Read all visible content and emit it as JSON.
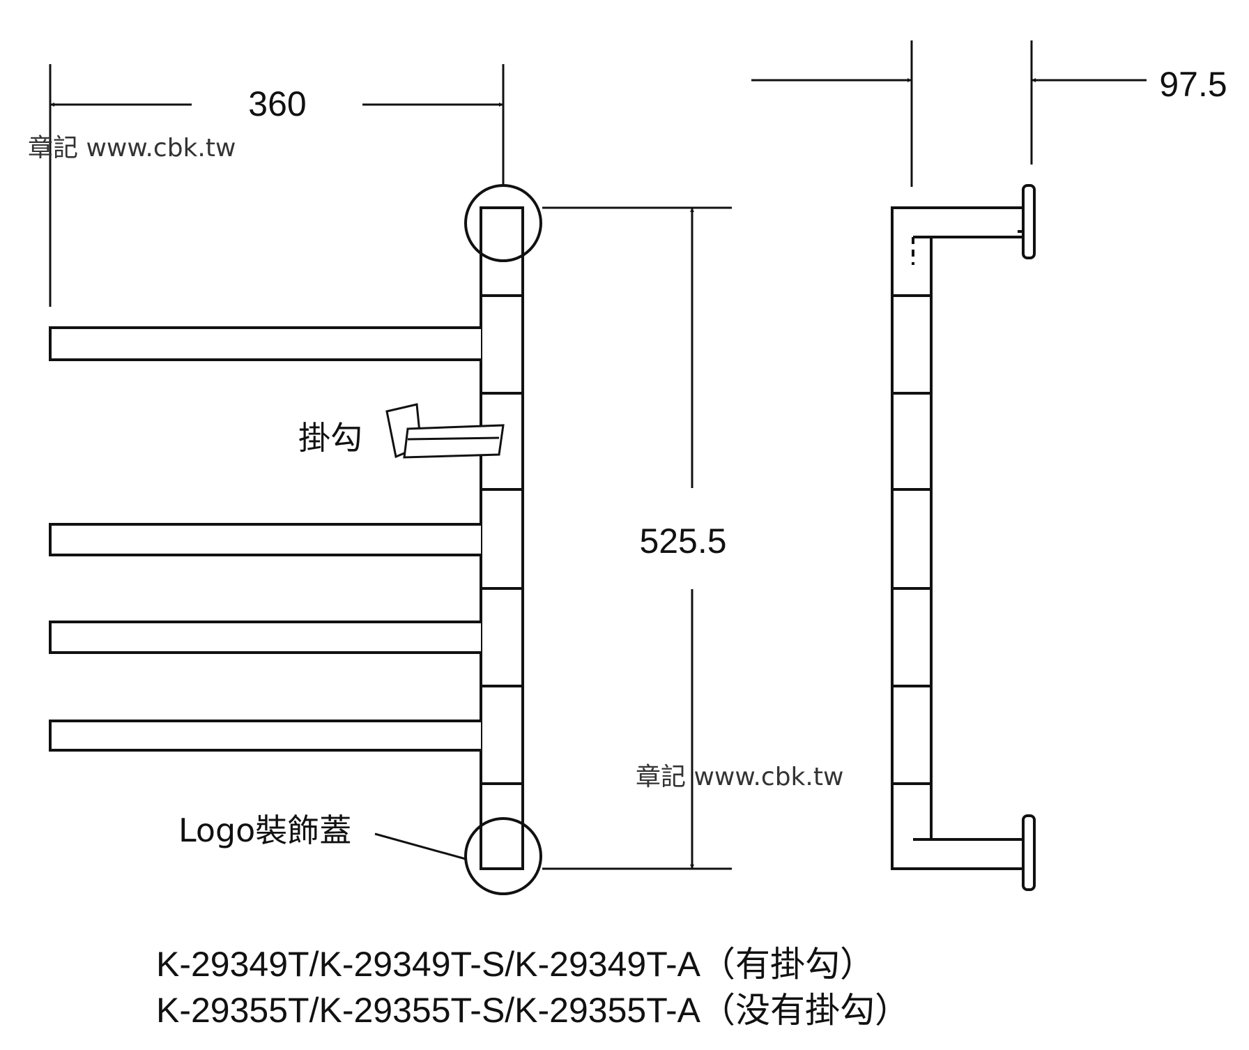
{
  "dimensions": {
    "width": "360",
    "height": "525.5",
    "depth": "97.5"
  },
  "labels": {
    "hook": "掛勾",
    "logo_cap": "Logo裝飾蓋"
  },
  "watermarks": [
    "章記 www.cbk.tw",
    "章記 www.cbk.tw"
  ],
  "models": [
    "K-29349T/K-29349T-S/K-29349T-A（有掛勾）",
    "K-29355T/K-29355T-S/K-29355T-A（没有掛勾）"
  ],
  "colors": {
    "line": "#111111",
    "watermark": "#333333"
  }
}
